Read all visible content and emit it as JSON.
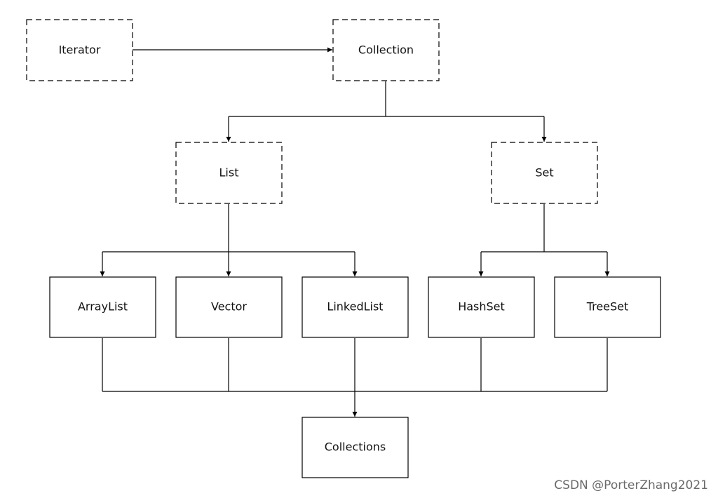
{
  "nodes": {
    "iterator": {
      "label": "Iterator",
      "kind": "interface"
    },
    "collection": {
      "label": "Collection",
      "kind": "interface"
    },
    "list": {
      "label": "List",
      "kind": "interface"
    },
    "set": {
      "label": "Set",
      "kind": "interface"
    },
    "arraylist": {
      "label": "ArrayList",
      "kind": "class"
    },
    "vector": {
      "label": "Vector",
      "kind": "class"
    },
    "linkedlist": {
      "label": "LinkedList",
      "kind": "class"
    },
    "hashset": {
      "label": "HashSet",
      "kind": "class"
    },
    "treeset": {
      "label": "TreeSet",
      "kind": "class"
    },
    "collections": {
      "label": "Collections",
      "kind": "class"
    }
  },
  "edges": [
    {
      "from": "iterator",
      "to": "collection"
    },
    {
      "from": "collection",
      "to": "list"
    },
    {
      "from": "collection",
      "to": "set"
    },
    {
      "from": "list",
      "to": "arraylist"
    },
    {
      "from": "list",
      "to": "vector"
    },
    {
      "from": "list",
      "to": "linkedlist"
    },
    {
      "from": "set",
      "to": "hashset"
    },
    {
      "from": "set",
      "to": "treeset"
    },
    {
      "from": "arraylist",
      "to": "collections"
    },
    {
      "from": "vector",
      "to": "collections"
    },
    {
      "from": "linkedlist",
      "to": "collections"
    },
    {
      "from": "hashset",
      "to": "collections"
    },
    {
      "from": "treeset",
      "to": "collections"
    }
  ],
  "watermark": "CSDN @PorterZhang2021"
}
